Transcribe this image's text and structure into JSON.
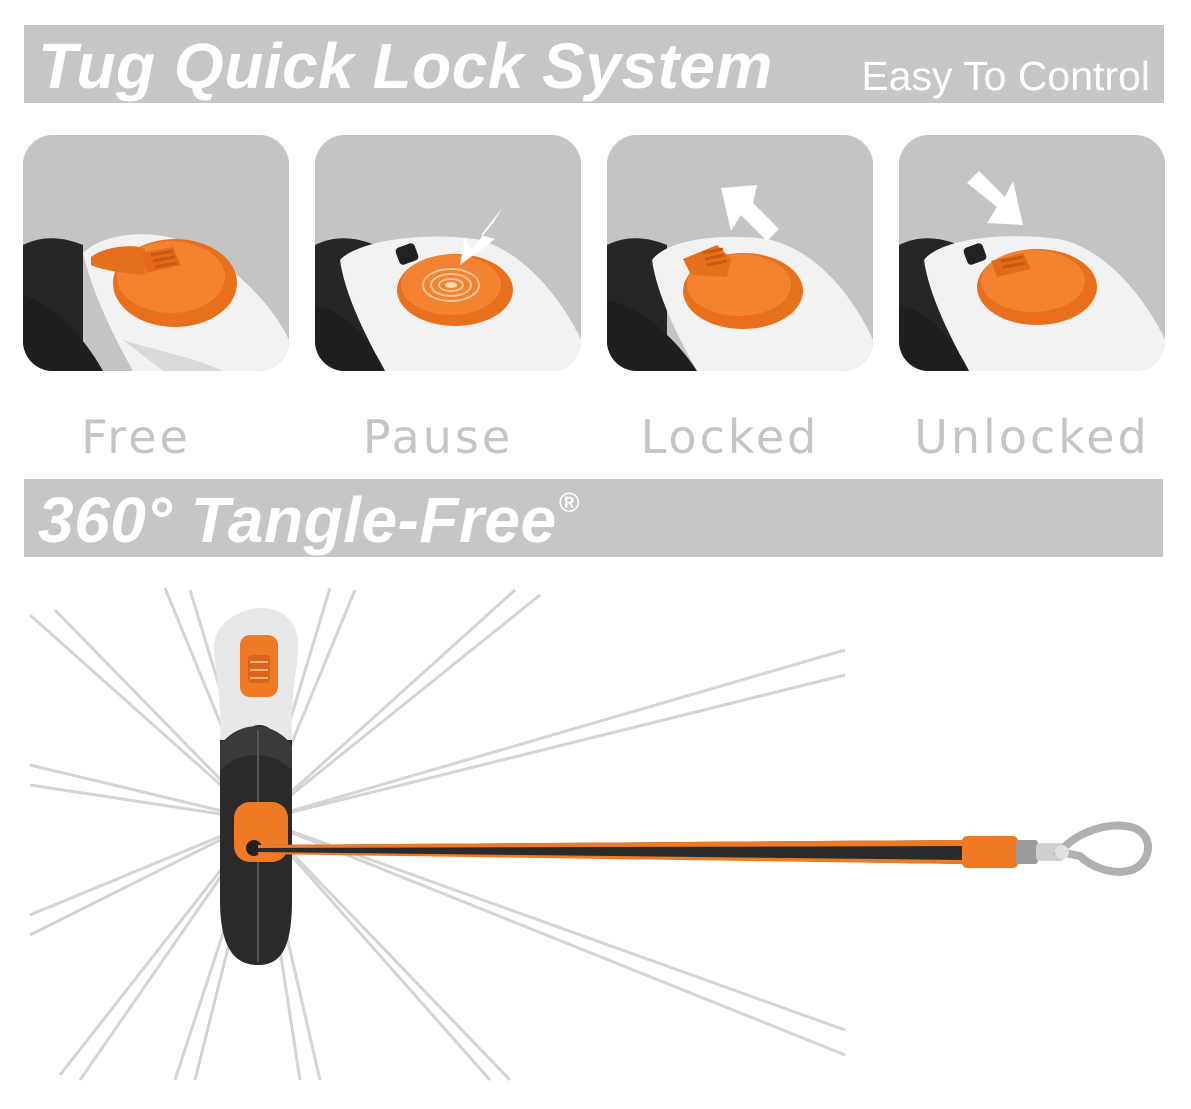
{
  "header": {
    "title": "Tug Quick Lock System",
    "subtitle": "Easy To Control"
  },
  "states": [
    {
      "id": "free",
      "label": "Free",
      "arrow": "none"
    },
    {
      "id": "pause",
      "label": "Pause",
      "arrow": "press"
    },
    {
      "id": "locked",
      "label": "Locked",
      "arrow": "up"
    },
    {
      "id": "unlocked",
      "label": "Unlocked",
      "arrow": "down"
    }
  ],
  "section2": {
    "title": "360° Tangle-Free",
    "registered_mark": "®"
  },
  "colors": {
    "banner": "#c6c6c6",
    "panel": "#c4c4c4",
    "accent_orange": "#f07a24",
    "handle_dark": "#2a2a2a",
    "label_gray": "#c5c5c5"
  },
  "icons": [
    "press-arrow-icon",
    "arrow-up-icon",
    "arrow-down-icon",
    "leash-clip-icon"
  ]
}
